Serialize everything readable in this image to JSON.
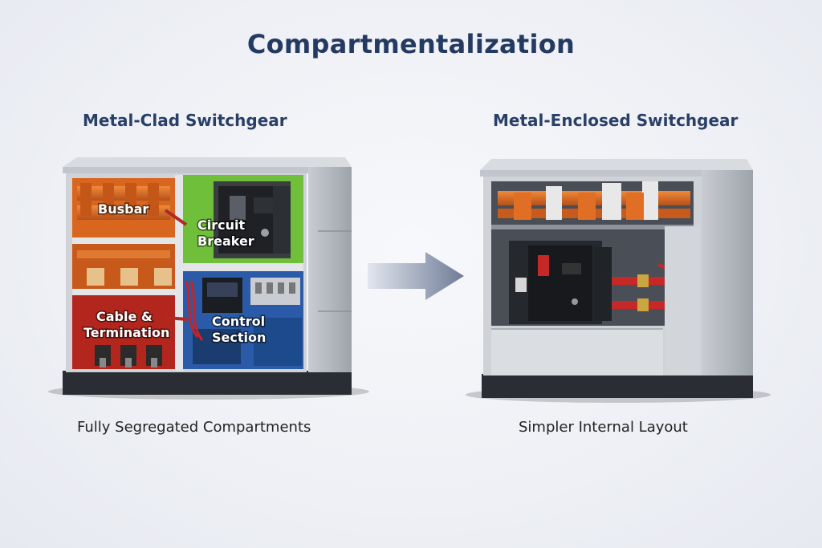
{
  "title": "Compartmentalization",
  "left": {
    "heading": "Metal-Clad Switchgear",
    "caption": "Fully Segregated Compartments",
    "labels": {
      "busbar": "Busbar",
      "circuit_breaker_line1": "Circuit",
      "circuit_breaker_line2": "Breaker",
      "cable_line1": "Cable &",
      "cable_line2": "Termination",
      "control_line1": "Control",
      "control_line2": "Section"
    },
    "compartment_colors": {
      "busbar": "#d9661f",
      "circuit_breaker": "#6fbf3a",
      "cable": "#b3261e",
      "control": "#2a5aa8"
    }
  },
  "right": {
    "heading": "Metal-Enclosed Switchgear",
    "caption": "Simpler Internal Layout"
  },
  "colors": {
    "title": "#243a63",
    "arrow": "#8a96b0",
    "cabinet": "#d5d8dd"
  }
}
